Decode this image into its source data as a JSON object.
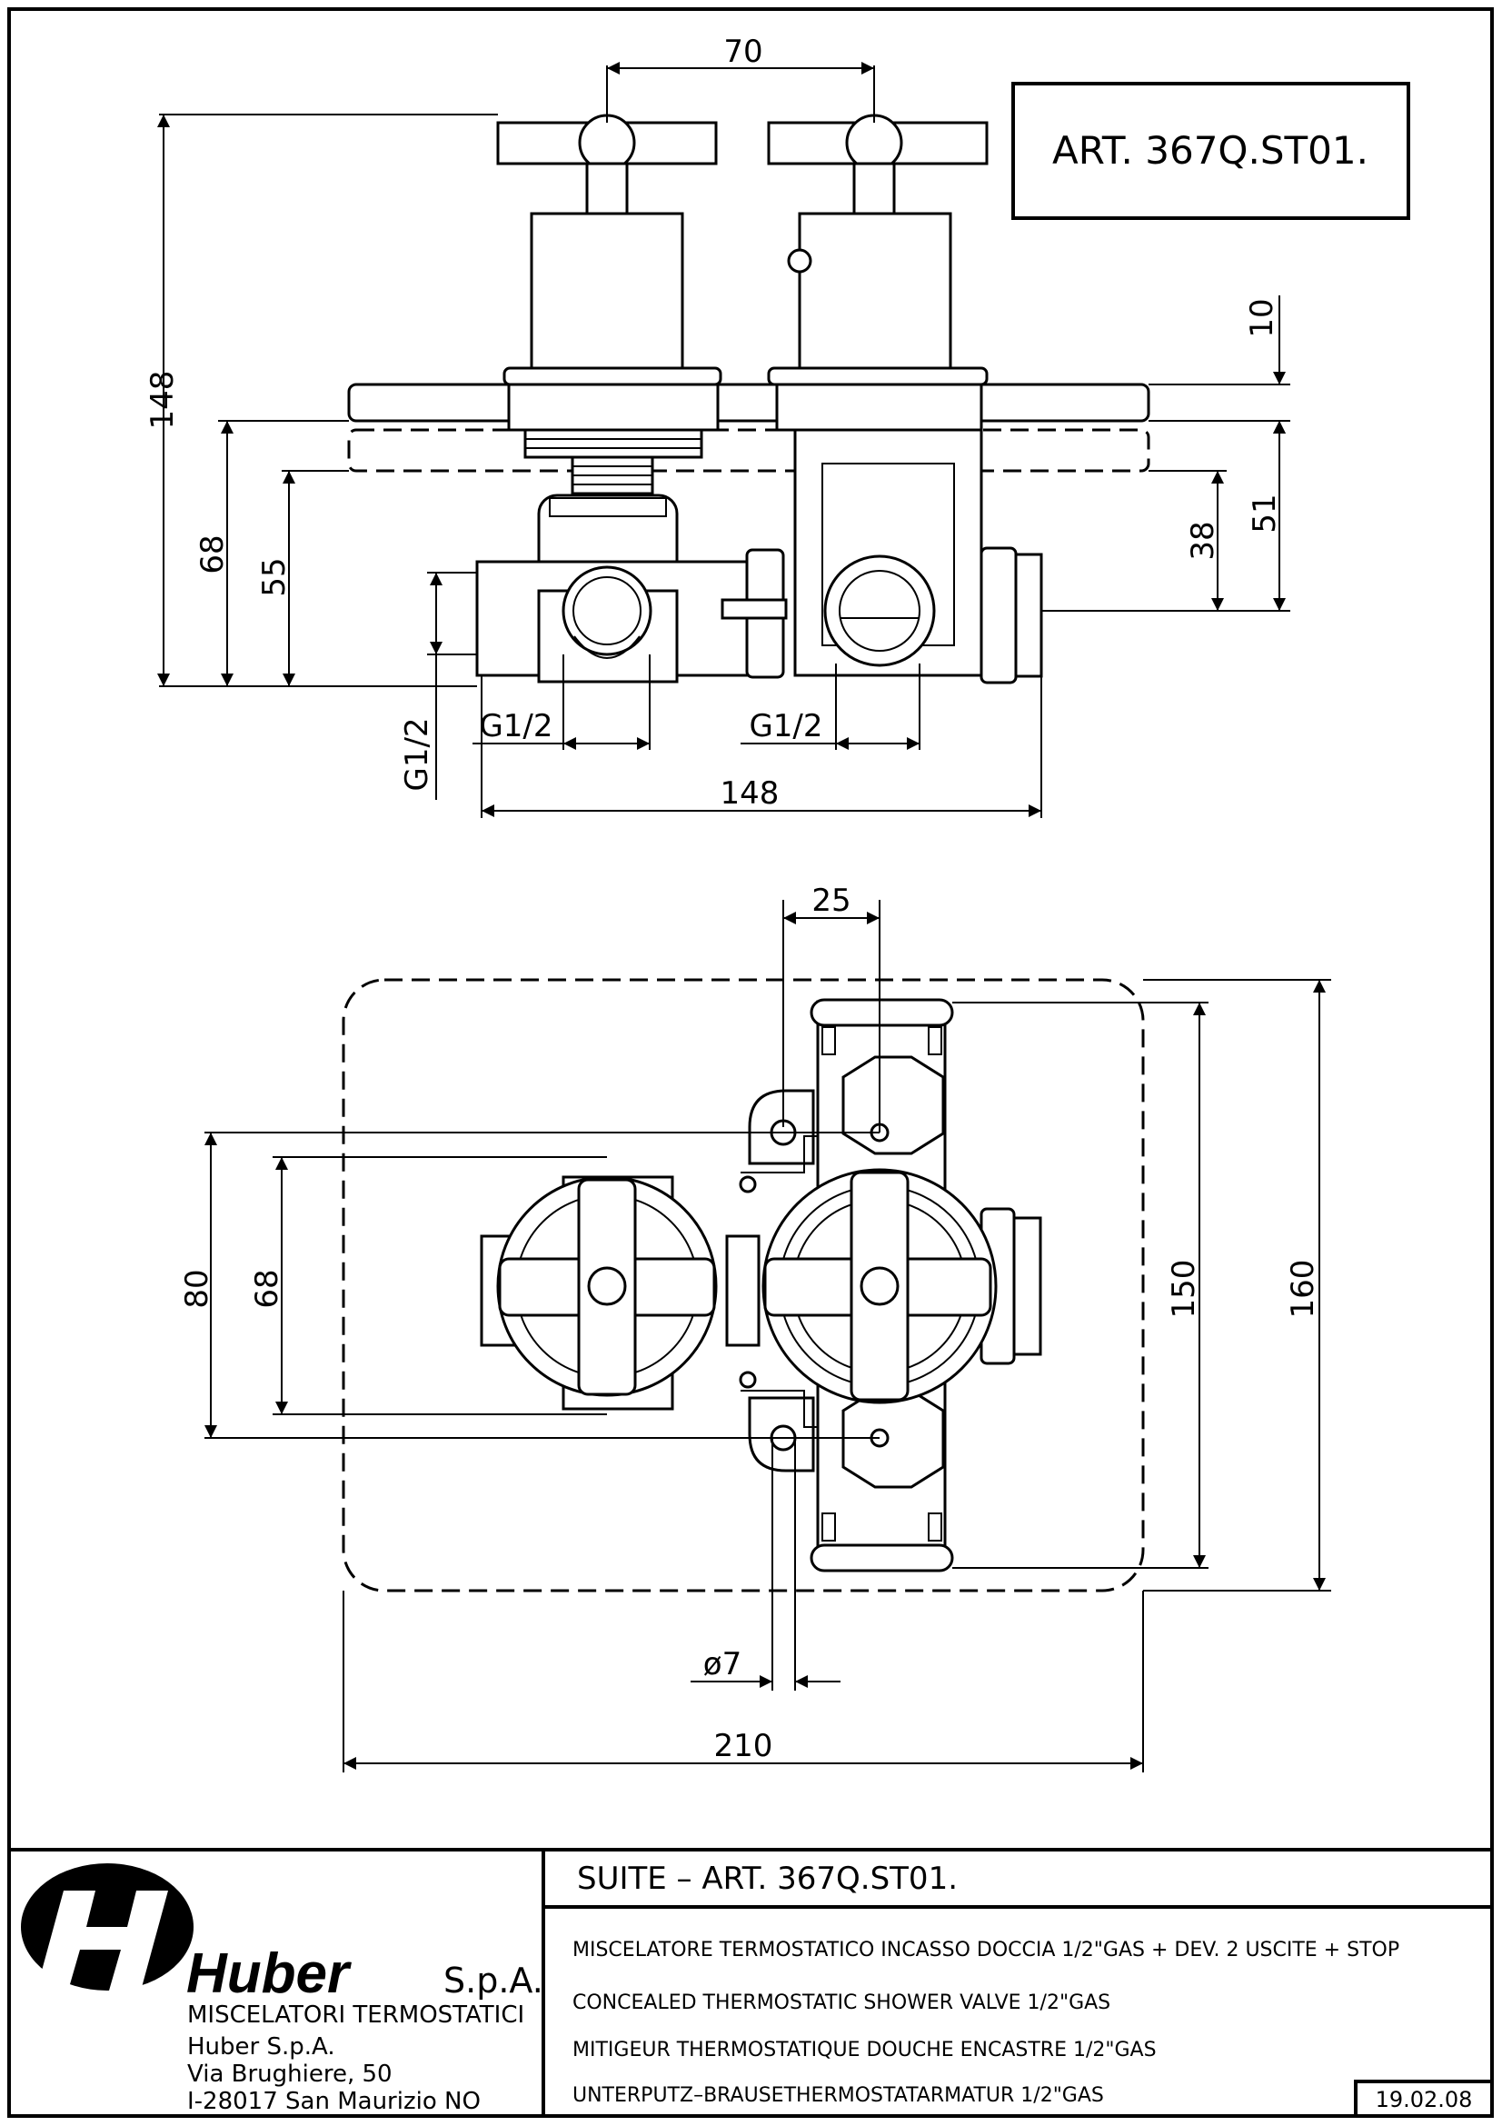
{
  "article_box": "ART. 367Q.ST01.",
  "dimensions": {
    "top_spacing": "70",
    "overall_height": "148",
    "dim_68_side": "68",
    "dim_55": "55",
    "dim_10": "10",
    "dim_38": "38",
    "dim_51": "51",
    "thread_left": "G1/2",
    "thread_right": "G1/2",
    "thread_vertical": "G1/2",
    "body_width": "148",
    "offset_25": "25",
    "dim_80": "80",
    "dim_68_front": "68",
    "dim_150": "150",
    "dim_160": "160",
    "hole_dia": "ø7",
    "plate_width": "210"
  },
  "title_block": {
    "company_logo": "Huber",
    "company_suffix": "S.p.A.",
    "company_tagline": "MISCELATORI TERMOSTATICI",
    "address_line1": "Huber S.p.A.",
    "address_line2": "Via Brughiere, 50",
    "address_line3": "I-28017 San Maurizio NO",
    "product_title": "SUITE – ART. 367Q.ST01.",
    "desc_it": "MISCELATORE TERMOSTATICO INCASSO DOCCIA 1/2\"GAS + DEV. 2 USCITE + STOP",
    "desc_en": "CONCEALED THERMOSTATIC SHOWER VALVE 1/2\"GAS",
    "desc_fr": "MITIGEUR THERMOSTATIQUE DOUCHE ENCASTRE 1/2\"GAS",
    "desc_de": "UNTERPUTZ–BRAUSETHERMOSTATARMATUR 1/2\"GAS",
    "date": "19.02.08"
  }
}
